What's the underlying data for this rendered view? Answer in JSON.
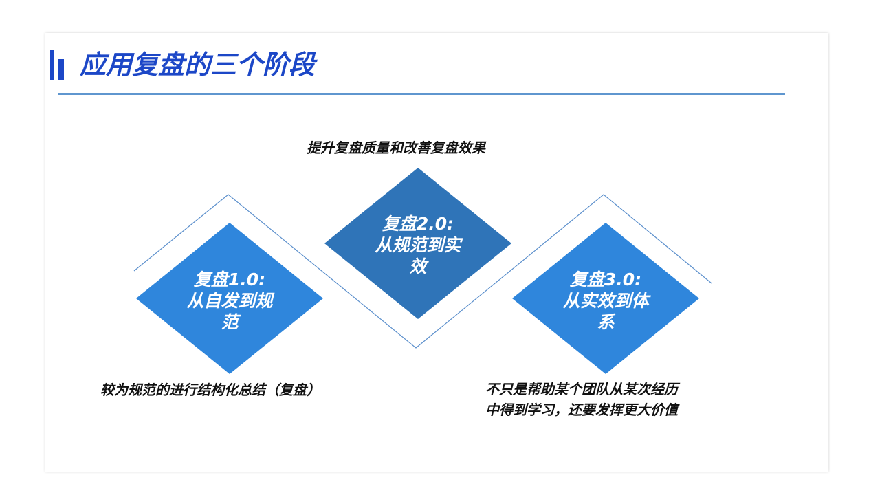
{
  "title": "应用复盘的三个阶段",
  "colors": {
    "title": "#1c47c7",
    "rule": "#5f96cf",
    "stage_light": "#2f86dc",
    "stage_dark": "#2f74b8",
    "connector": "#5b8fcc"
  },
  "stages": [
    {
      "label_line1": "复盘1.0:",
      "label_line2": "从自发到规",
      "label_line3": "范",
      "caption": "较为规范的进行结构化总结（复盘）"
    },
    {
      "label_line1": "复盘2.0:",
      "label_line2": "从规范到实",
      "label_line3": "效",
      "caption": "提升复盘质量和改善复盘效果"
    },
    {
      "label_line1": "复盘3.0:",
      "label_line2": "从实效到体",
      "label_line3": "系",
      "caption_line1": "不只是帮助某个团队从某次经历",
      "caption_line2": "中得到学习，还要发挥更大价值"
    }
  ]
}
